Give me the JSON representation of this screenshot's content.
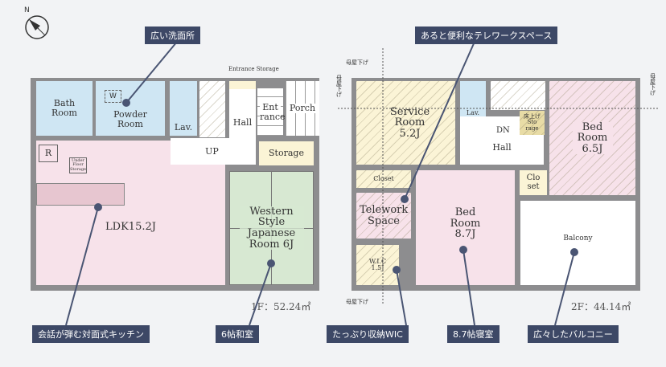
{
  "compass": {
    "label": "N"
  },
  "callouts": {
    "powder": "広い洗面所",
    "telework": "あると便利なテレワークスペース",
    "kitchen": "会話が弾む対面式キッチン",
    "japanese": "6帖和室",
    "wic": "たっぷり収納WIC",
    "bed": "8.7帖寝室",
    "balcony": "広々したバルコニー"
  },
  "floor1": {
    "area": "1F：52.24㎡",
    "rooms": {
      "bath": "Bath Room",
      "powder": "Powder Room",
      "w": "W",
      "lav": "Lav.",
      "hall": "Hall",
      "entrance": "Ent rance",
      "porch": "Porch",
      "entrance_storage": "Entrance Storage",
      "up": "UP",
      "storage": "Storage",
      "r": "R",
      "under_floor": "Under Floor Storage",
      "ldk": "LDK15.2J",
      "japanese": "Western Style Japanese Room 6J"
    }
  },
  "floor2": {
    "area": "2F：44.14㎡",
    "marks": "母屋下げ",
    "rooms": {
      "service": "Service Room 5.2J",
      "lav": "Lav.",
      "dn": "DN",
      "hall": "Hall",
      "storage": "床上げ Sto rage",
      "bed1": "Bed Room 6.5J",
      "closet": "Closet",
      "closet2": "Clo set",
      "telework": "Telework Space",
      "wic": "W.I.C 1.5J",
      "bed2": "Bed Room 8.7J",
      "balcony": "Balcony"
    }
  },
  "colors": {
    "callout": "#3d4866",
    "wall": "#8d8d8f"
  }
}
